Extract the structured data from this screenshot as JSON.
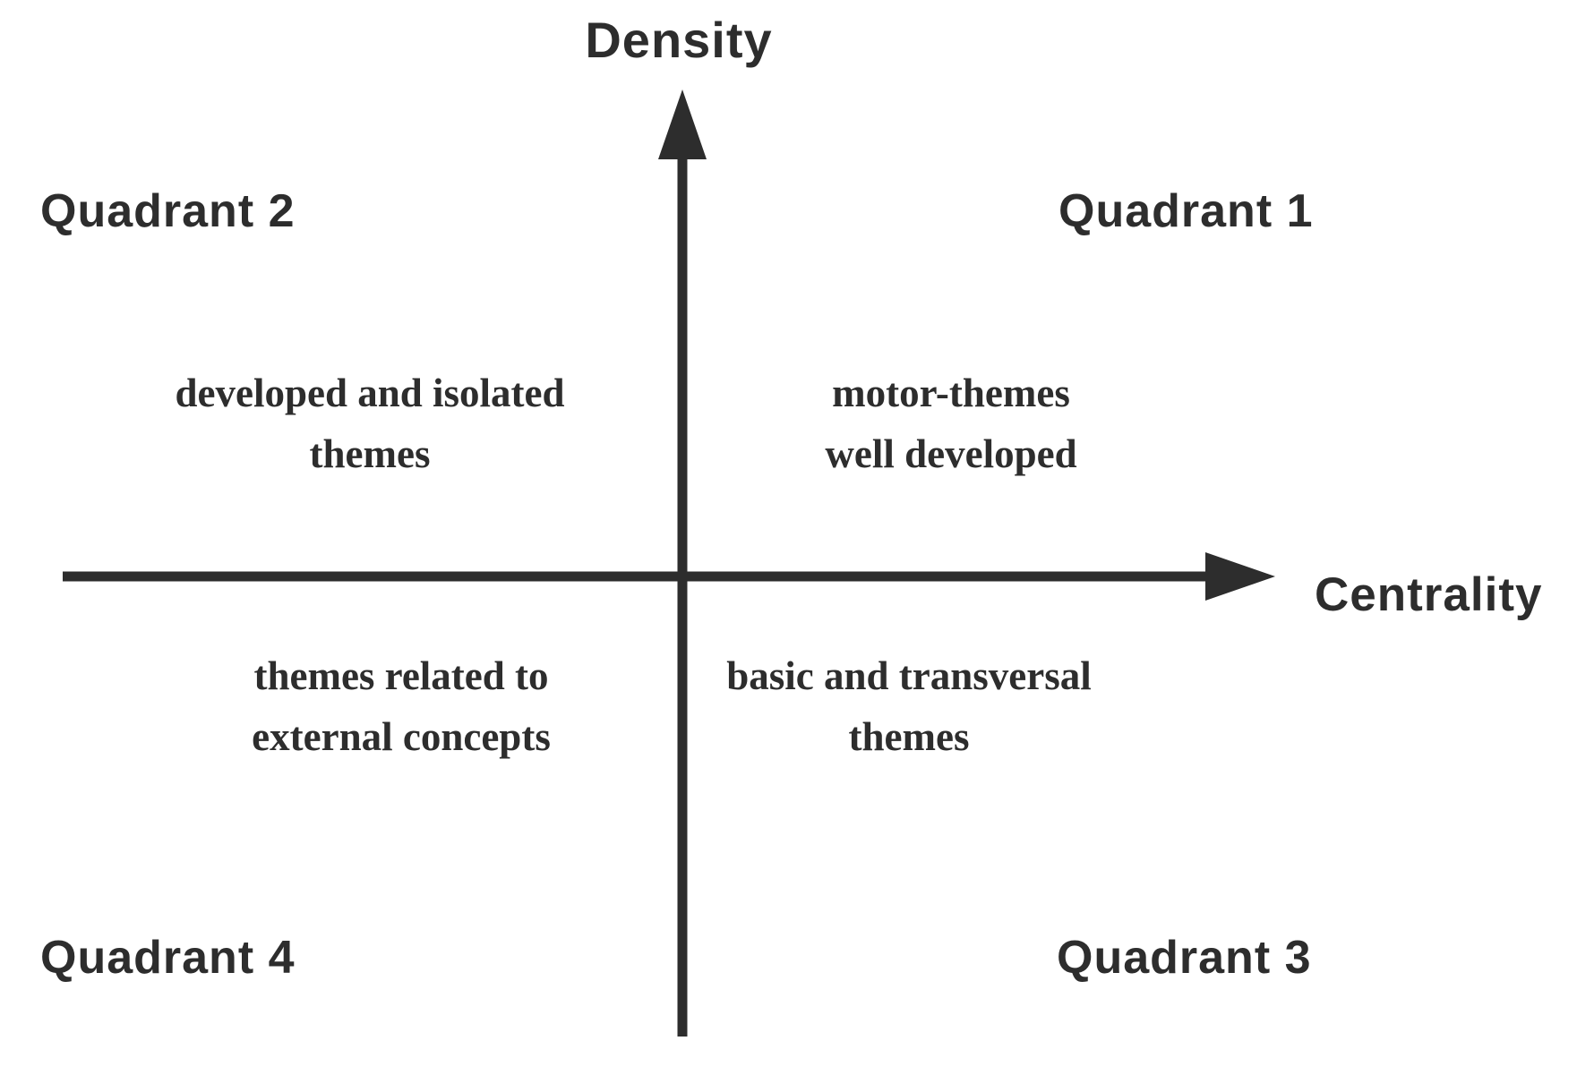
{
  "colors": {
    "ink": "#2d2d2d",
    "background": "#ffffff"
  },
  "axes": {
    "y_label": "Density",
    "x_label": "Centrality"
  },
  "quadrants": {
    "q1": {
      "label": "Quadrant 1",
      "description": "motor-themes\nwell developed"
    },
    "q2": {
      "label": "Quadrant 2",
      "description": "developed and isolated\nthemes"
    },
    "q3": {
      "label": "Quadrant 3",
      "description": "basic and transversal\nthemes"
    },
    "q4": {
      "label": "Quadrant 4",
      "description": "themes related to\nexternal concepts"
    }
  }
}
